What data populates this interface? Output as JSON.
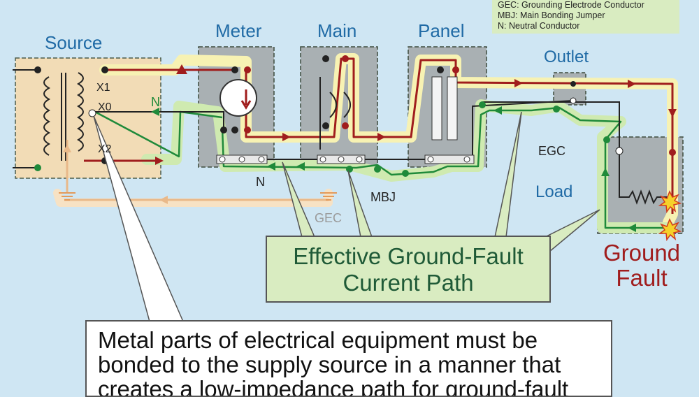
{
  "labels": {
    "source": "Source",
    "meter": "Meter",
    "main": "Main",
    "panel": "Panel",
    "outlet": "Outlet",
    "load": "Load",
    "x1": "X1",
    "x0": "X0",
    "x2": "X2",
    "n_top": "N",
    "n_bottom": "N",
    "egc": "EGC",
    "mbj": "MBJ",
    "gec": "GEC"
  },
  "legend": [
    "GEC: Grounding Electrode Conductor",
    "MBJ: Main Bonding Jumper",
    "N: Neutral Conductor"
  ],
  "callout_main": [
    "Effective Ground-Fault",
    "Current Path"
  ],
  "ground_fault": [
    "Ground",
    "Fault"
  ],
  "callout_text": [
    "Metal parts of electrical equipment must be",
    "bonded to the supply source in a manner that",
    "creates a low-impedance path for ground-fault"
  ],
  "colors": {
    "background": "#cfe6f3",
    "box": "#a9b0b3",
    "source_box": "#f2dcb6",
    "hot_wire": "#a01d1d",
    "return_wire": "#1f8a3a",
    "glow_yellow": "#f7f2b3",
    "glow_green": "#cfeab0",
    "label_blue": "#1f6aa5"
  }
}
